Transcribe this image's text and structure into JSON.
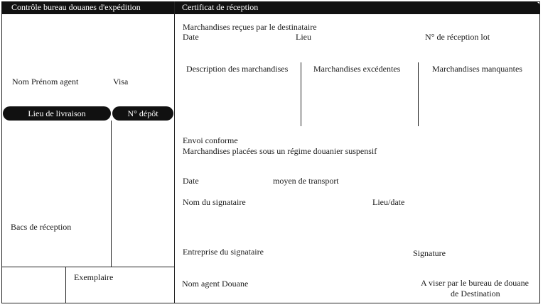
{
  "left_panel": {
    "header": "Contrôle bureau douanes d'expédition",
    "agent_label": "Nom Prénom agent",
    "visa_label": "Visa",
    "lieu_livraison": "Lieu de livraison",
    "no_depot": "N° dépôt",
    "bacs_reception": "Bacs de réception",
    "exemplaire": "Exemplaire"
  },
  "right_panel": {
    "header": "Certificat de réception",
    "marchandises_recues": "Marchandises reçues par le destinataire",
    "date": "Date",
    "lieu": "Lieu",
    "no_reception_lot": "N° de réception lot",
    "columns": [
      "Description des marchandises",
      "Marchandises excédentes",
      "Marchandises manquantes"
    ],
    "envoi_conforme": "Envoi conforme",
    "regime_suspensif": "Marchandises placées sous un régime douanier suspensif",
    "date2": "Date",
    "moyen_transport": "moyen de transport",
    "nom_signataire": "Nom du signataire",
    "lieu_date": "Lieu/date",
    "entreprise_signataire": "Entreprise du signataire",
    "signature": "Signature",
    "nom_agent_douane": "Nom agent Douane",
    "a_viser_line1": "A viser par le bureau de douane",
    "a_viser_line2": "de Destination"
  }
}
